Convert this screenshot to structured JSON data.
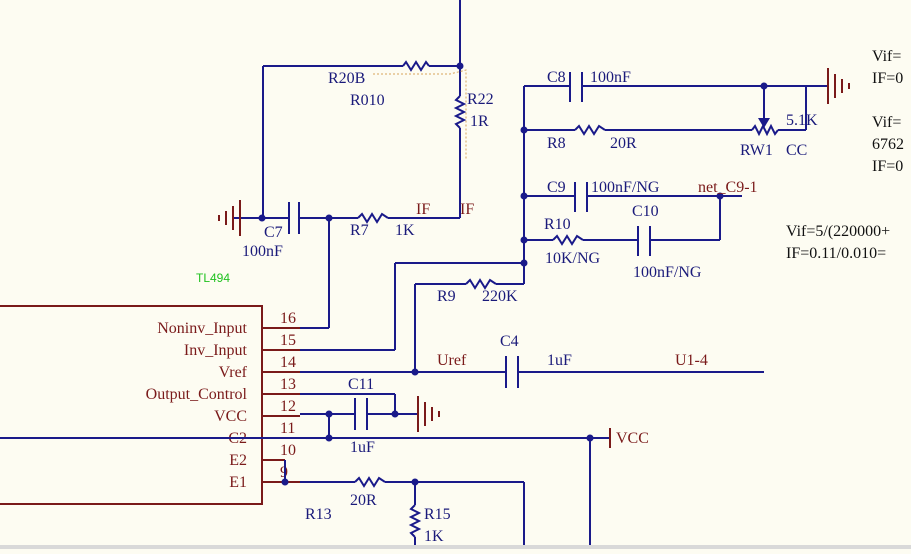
{
  "ic": {
    "name": "TL494",
    "pins": [
      {
        "num": "16",
        "name": "Noninv_Input"
      },
      {
        "num": "15",
        "name": "Inv_Input"
      },
      {
        "num": "14",
        "name": "Vref"
      },
      {
        "num": "13",
        "name": "Output_Control"
      },
      {
        "num": "12",
        "name": "VCC"
      },
      {
        "num": "11",
        "name": "C2"
      },
      {
        "num": "10",
        "name": "E2"
      },
      {
        "num": "9",
        "name": "E1"
      }
    ]
  },
  "components": {
    "r20b": {
      "ref": "R20B",
      "value": "R010"
    },
    "r22": {
      "ref": "R22",
      "value": "1R"
    },
    "c7": {
      "ref": "C7",
      "value": "100nF"
    },
    "r7": {
      "ref": "R7",
      "value": "1K"
    },
    "c8": {
      "ref": "C8",
      "value": "100nF"
    },
    "r8": {
      "ref": "R8",
      "value": "20R"
    },
    "rw1": {
      "ref": "RW1",
      "value": "5.1K",
      "extra": "CC"
    },
    "c9": {
      "ref": "C9",
      "value": "100nF/NG"
    },
    "r10": {
      "ref": "R10",
      "value": "10K/NG"
    },
    "c10": {
      "ref": "C10",
      "value": "100nF/NG"
    },
    "r9": {
      "ref": "R9",
      "value": "220K"
    },
    "c4": {
      "ref": "C4",
      "value": "1uF"
    },
    "c11": {
      "ref": "C11",
      "value": "1uF"
    },
    "r13": {
      "ref": "R13",
      "value": "20R"
    },
    "r15": {
      "ref": "R15",
      "value": "1K"
    }
  },
  "nets": {
    "if_1": "IF",
    "if_2": "IF",
    "net_c9": "net_C9-1",
    "uref": "Uref",
    "u1_4": "U1-4",
    "vcc": "VCC"
  },
  "annotations": {
    "top_right_1": "Vif=",
    "top_right_2": "IF=0",
    "top_right_3": "Vif=",
    "top_right_4": "6762",
    "top_right_5": "IF=0",
    "mid_right_1": "Vif=5/(220000+",
    "mid_right_2": "IF=0.11/0.010="
  },
  "colors": {
    "background": "#fdfcf2",
    "wire": "#1a1a8a",
    "pin_text": "#7a1a1a",
    "net_label": "#7a1a1a",
    "chip_label": "#1fc11f"
  }
}
